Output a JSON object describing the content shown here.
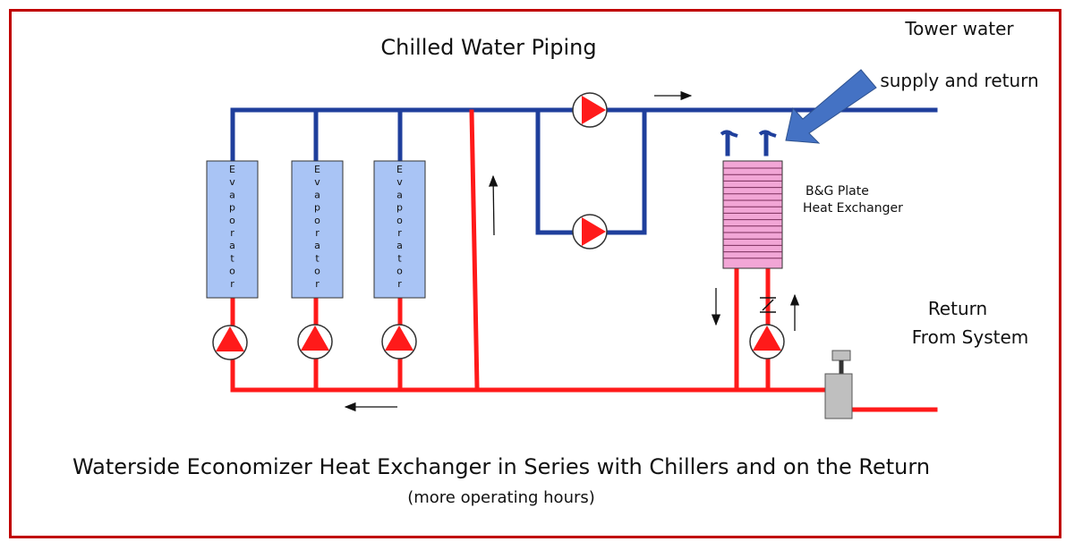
{
  "title": "Chilled Water Piping",
  "tower_label": [
    "Tower water",
    "supply and return"
  ],
  "hx_label": [
    "B&G Plate",
    "Heat Exchanger"
  ],
  "return_label": [
    "Return",
    "From System"
  ],
  "evaporator_letters": [
    "E",
    "v",
    "a",
    "p",
    "o",
    "r",
    "a",
    "t",
    "o",
    "r"
  ],
  "caption": "Waterside Economizer Heat Exchanger in Series with Chillers and on the Return",
  "subcaption": "(more operating hours)",
  "colors": {
    "supply": "#1f3f9c",
    "return": "#ff1a1a",
    "evaporator_fill": "#a9c4f5",
    "hx_fill": "#f2a6d6",
    "arrow_blue": "#4472c4",
    "valve_gray": "#bfbfbf",
    "frame": "#c00000"
  }
}
